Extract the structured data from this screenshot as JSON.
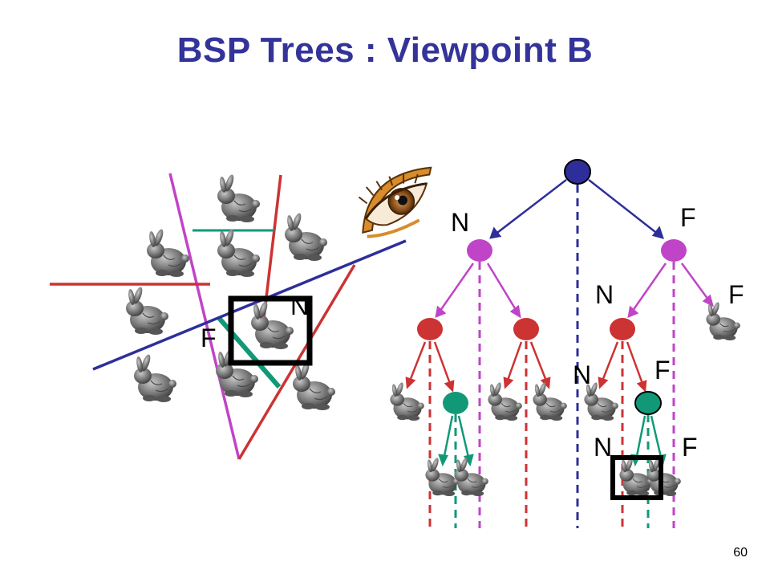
{
  "title": "BSP Trees : Viewpoint B",
  "page_number": "60",
  "colors": {
    "title": "#33339a",
    "root_split": "#2e2e9a",
    "magenta_split": "#c044c8",
    "red_split": "#cc3333",
    "green_split": "#119977",
    "highlight_box": "#000000",
    "bunny": "#777777"
  },
  "scene_labels": {
    "near": "N",
    "far": "F"
  },
  "tree_labels": {
    "root_near": "N",
    "root_far": "F",
    "right_near": "N",
    "right_far": "F",
    "red_near": "N",
    "red_far": "F",
    "green_near": "N",
    "green_far": "F"
  },
  "icons": [
    "eye-icon",
    "bunny-icon",
    "highlight-box"
  ]
}
